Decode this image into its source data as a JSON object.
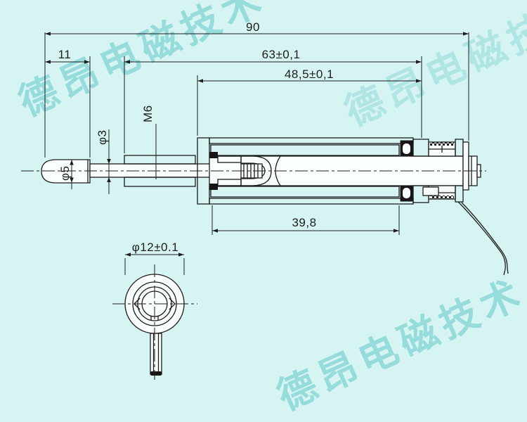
{
  "watermark": {
    "text": "德昂电磁技术"
  },
  "colors": {
    "background": "#d5f4f2",
    "line": "#1d1d1d",
    "watermark": "#63c9c6"
  },
  "side_view": {
    "dims": {
      "total_length": "90",
      "bushing_to_end_length": "63±0,1",
      "housing_length": "48,5±0,1",
      "tip_length": "11",
      "coil_window_length": "39,8"
    },
    "labels": {
      "thread": "M6",
      "rod_diameter": "φ3",
      "tip_diameter": "φ5"
    }
  },
  "end_view": {
    "dims": {
      "outer_diameter": "φ12±0.1"
    }
  }
}
